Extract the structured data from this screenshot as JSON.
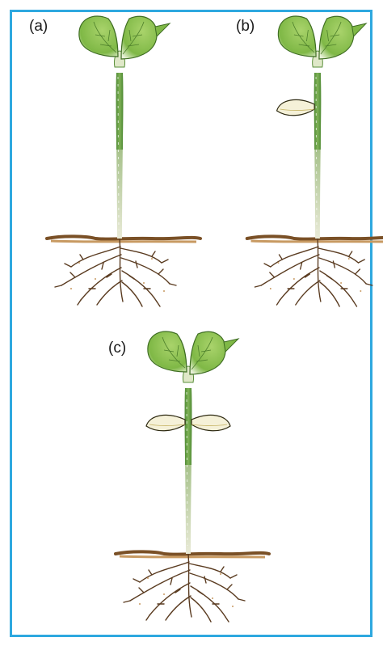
{
  "labels": {
    "a": "(a)",
    "b": "(b)",
    "c": "(c)"
  },
  "colors": {
    "frame": "#2ea8df",
    "leaf": "#8cc04a",
    "leaf_dark": "#5e9a2e",
    "stem": "#5a8f3a",
    "soil": "#a9743a",
    "root": "#6b4a2b",
    "cotyledon": "#f4f0d0"
  }
}
